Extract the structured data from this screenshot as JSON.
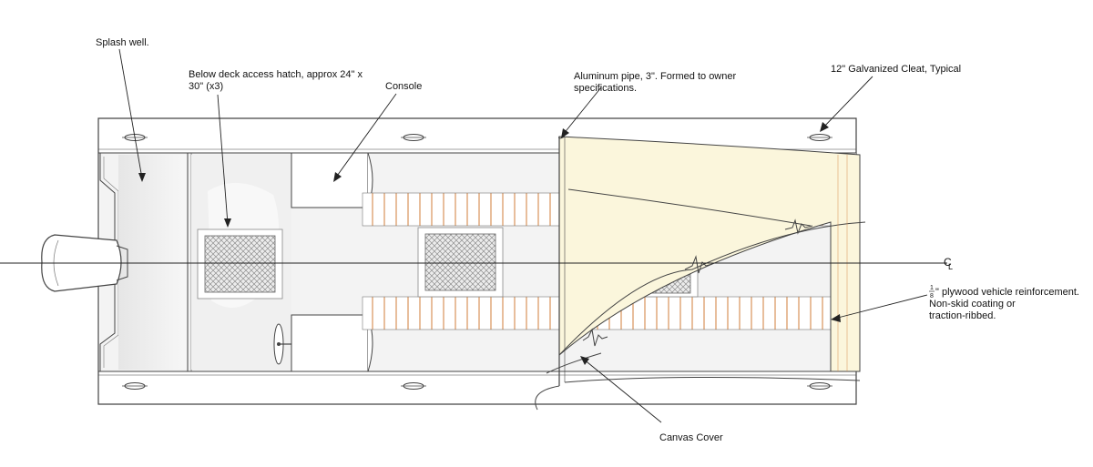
{
  "labels": {
    "splash_well": "Splash well.",
    "hatch": [
      "Below deck access hatch, approx 24\" x",
      "30\" (x3)"
    ],
    "console": "Console",
    "aluminum_pipe": [
      "Aluminum pipe, 3\". Formed to owner",
      "specifications."
    ],
    "cleat": "12\" Galvanized Cleat, Typical",
    "plywood": [
      "\" plywood vehicle reinforcement.",
      "Non-skid coating or",
      "traction-ribbed."
    ],
    "plywood_fraction": {
      "numerator": "1",
      "denominator": "8"
    },
    "canvas_cover": "Canvas Cover",
    "centerline_symbol": "C",
    "centerline_sub": "L"
  },
  "colors": {
    "hull_line": "#444444",
    "deck_shade": "#efefef",
    "canvas_fill": "#fbf6dc",
    "rib_orange": "#d58a4a",
    "hatch_pattern": "#9a9a9a"
  }
}
